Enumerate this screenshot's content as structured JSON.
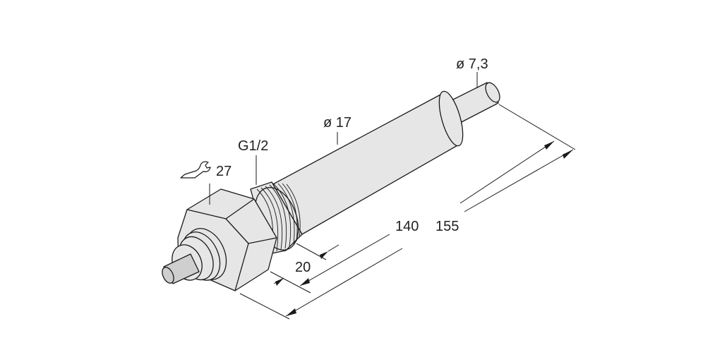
{
  "labels": {
    "rod_diameter": "ø 7,3",
    "body_diameter": "ø 17",
    "thread": "G1/2",
    "wrench_size": "27",
    "thread_length": "20",
    "length_140": "140",
    "length_155": "155"
  },
  "colors": {
    "fill": "#e6e6e6",
    "stroke": "#1a1a1a"
  }
}
